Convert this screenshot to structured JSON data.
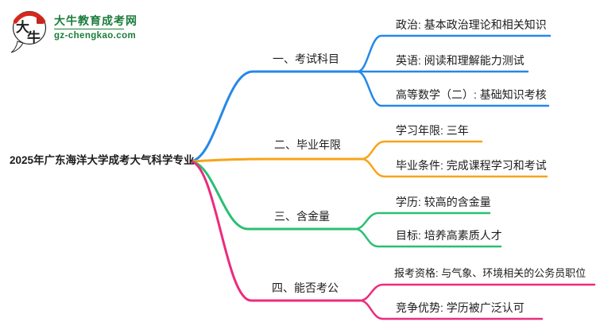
{
  "logo": {
    "mark_text_top": "大",
    "mark_text_bottom": "牛",
    "title": "大牛教育成考网",
    "domain": "gz-chengkao.com",
    "brand_green": "#1a7c3b",
    "brand_red": "#d7281d"
  },
  "root": {
    "label": "2025年广东海洋大学成考大气科学专业"
  },
  "branches": [
    {
      "label": "一、考试科目",
      "color": "#2588e8",
      "children": [
        "政治: 基本政治理论和相关知识",
        "英语: 阅读和理解能力测试",
        "高等数学（二）: 基础知识考核"
      ]
    },
    {
      "label": "二、毕业年限",
      "color": "#f7a418",
      "children": [
        "学习年限: 三年",
        "毕业条件: 完成课程学习和考试"
      ]
    },
    {
      "label": "三、含金量",
      "color": "#2abf74",
      "children": [
        "学历: 较高的含金量",
        "目标: 培养高素质人才"
      ]
    },
    {
      "label": "四、能否考公",
      "color": "#ec2b7d",
      "children": [
        "报考资格: 与气象、环境相关的公务员职位",
        "竞争优势: 学历被广泛认可"
      ]
    }
  ]
}
